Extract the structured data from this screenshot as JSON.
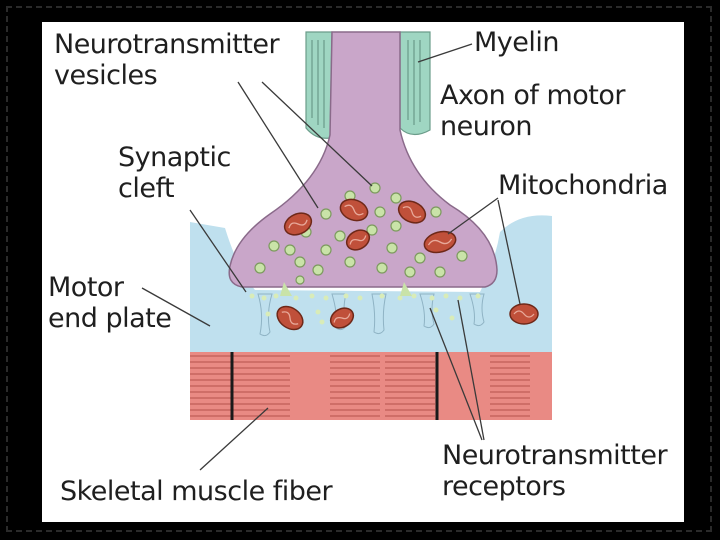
{
  "labels": {
    "neurotransmitter_vesicles_1": "Neurotransmitter",
    "neurotransmitter_vesicles_2": "vesicles",
    "myelin": "Myelin",
    "axon_1": "Axon of motor",
    "axon_2": "neuron",
    "synaptic_cleft_1": "Synaptic",
    "synaptic_cleft_2": "cleft",
    "mitochondria": "Mitochondria",
    "motor_end_plate_1": "Motor",
    "motor_end_plate_2": "end plate",
    "neurotransmitter_receptors_1": "Neurotransmitter",
    "neurotransmitter_receptors_2": "receptors",
    "skeletal_muscle_fiber": "Skeletal muscle fiber"
  },
  "colors": {
    "axon": "#c9a6c9",
    "myelin": "#9fd6c2",
    "end_plate": "#bfe0ee",
    "muscle": "#e98a84",
    "mitochondria": "#c0503a",
    "vesicle": "#c9e3a8"
  }
}
